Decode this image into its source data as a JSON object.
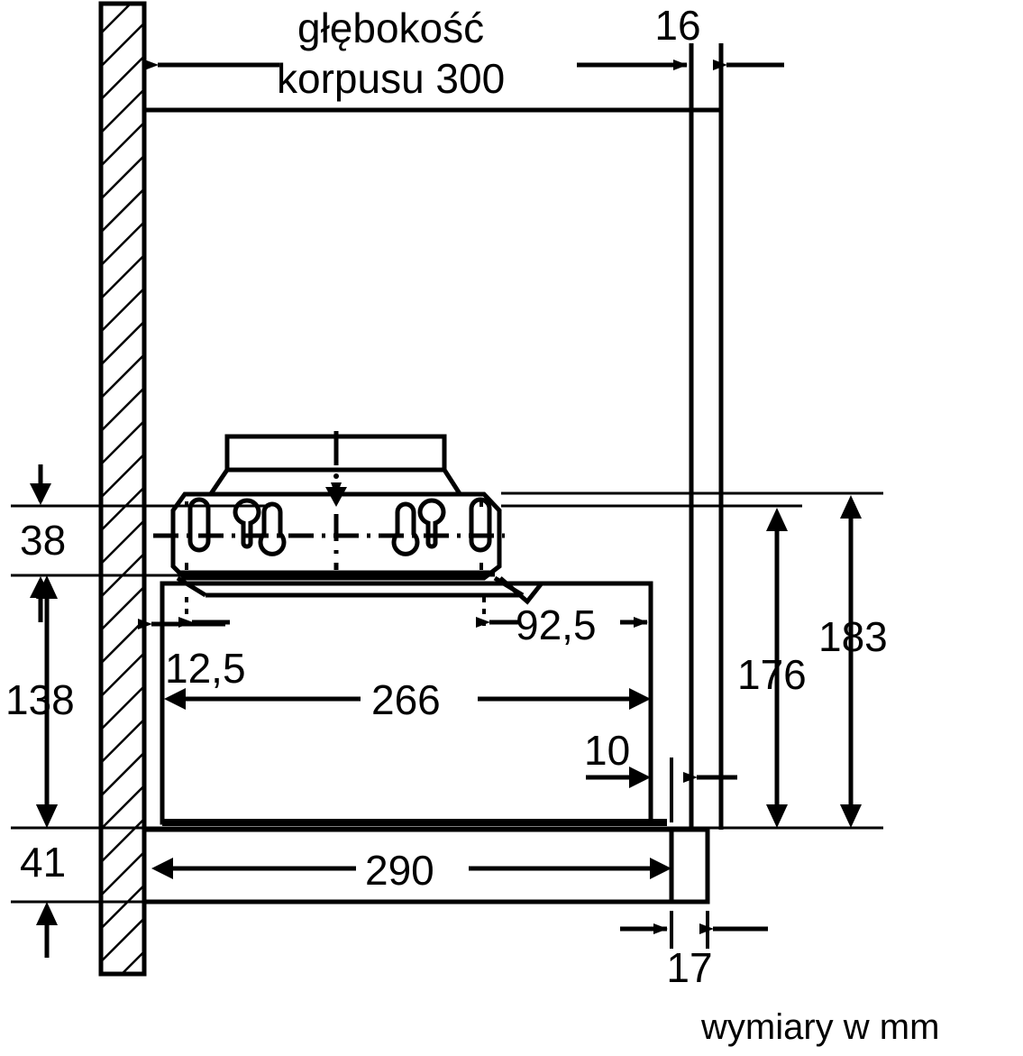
{
  "drawing": {
    "title_note": "wymiary w mm",
    "depth_label_line1": "głębokość",
    "depth_label_line2": "korpusu 300",
    "dimensions": {
      "top_gap": "16",
      "bracket_offset": "38",
      "wall_to_body": "138",
      "body_inset_left": "12,5",
      "bracket_right_offset": "92,5",
      "body_width": "266",
      "body_right_gap": "10",
      "right_inner_height": "176",
      "right_outer_height": "183",
      "bottom_height": "41",
      "drawer_depth": "290",
      "handle_thickness": "17"
    }
  },
  "colors": {
    "line": "#000000",
    "background": "#ffffff"
  }
}
